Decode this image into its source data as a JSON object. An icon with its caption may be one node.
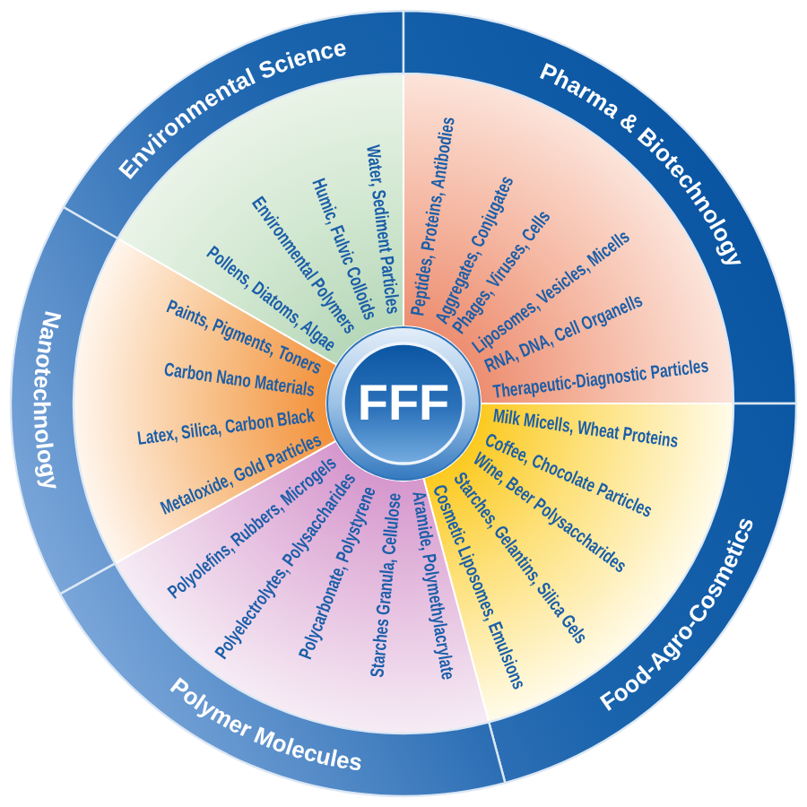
{
  "diagram": {
    "nodes": [
      {
        "text": [
          "FFF"
        ]
      },
      {
        "text": [
          "Environmental Science"
        ]
      },
      {
        "text": [
          "Pollens, Diatoms, Algae",
          "Environmental Polymers",
          "Humic, Fulvic Colloids",
          "Water, Sediment Particles"
        ]
      },
      {
        "text": [
          "Pharma & Biotechnology"
        ]
      },
      {
        "text": [
          "Peptides, Proteins, Antibodies",
          "Aggregates, Conjugates",
          "Phages, Viruses, Cells",
          "Liposomes, Vesicles, Micells",
          "RNA, DNA, Cell Organells",
          "Therapeutic-Diagnostic Particles"
        ]
      },
      {
        "text": [
          "Food-Agro-Cosmetics"
        ]
      },
      {
        "text": [
          "Milk Micells, Wheat Proteins",
          "Coffee, Chocolate Particles",
          "Wine, Beer Polysaccharides",
          "Starches, Gelantins, Silica Gels",
          "Cosmetic Liposomes, Emulsions"
        ]
      },
      {
        "text": [
          "Polymer Molecules"
        ]
      },
      {
        "text": [
          "Aramide, Polymethylacrylate",
          "Starches Granula, Cellulose",
          "Polycarbonate, Polystyrene",
          "Polyelectrolytes, Polysaccharides",
          "Polyolefins, Rubbers, Microgels"
        ]
      },
      {
        "text": [
          "Nanotechnology"
        ]
      },
      {
        "text": [
          "Metaloxide, Gold Particles",
          "Latex, Silica, Carbon Black",
          "Carbon Nano Materials",
          "Paints, Pigments, Toners"
        ]
      }
    ]
  }
}
